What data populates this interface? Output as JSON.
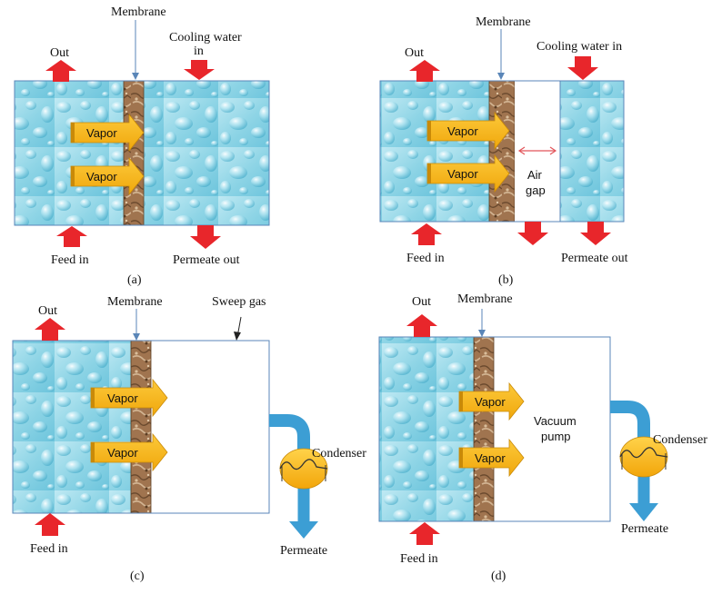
{
  "colors": {
    "water_light": "#cfeef6",
    "water_mid": "#8dd6e8",
    "water_dark": "#4bb3cf",
    "membrane": "#a0744f",
    "membrane_dark": "#6b4a2e",
    "membrane_light": "#d2b492",
    "flow_arrow": "#e8262b",
    "vapor_arrow": "#f7b21a",
    "vapor_arrow_dark": "#c98a08",
    "pipe": "#3c9ed4",
    "condenser": "#f9b916",
    "airgap_arrow": "#e2555a",
    "box_border": "#5a86b8"
  },
  "panel_a": {
    "membrane": "Membrane",
    "out": "Out",
    "cooling": "Cooling water",
    "cooling_2": "in",
    "vapor_1": "Vapor",
    "vapor_2": "Vapor",
    "feed": "Feed in",
    "permeate": "Permeate out",
    "caption": "(a)"
  },
  "panel_b": {
    "membrane": "Membrane",
    "out": "Out",
    "cooling": "Cooling water in",
    "vapor_1": "Vapor",
    "vapor_2": "Vapor",
    "air": "Air",
    "gap": "gap",
    "feed": "Feed in",
    "permeate": "Permeate out",
    "caption": "(b)"
  },
  "panel_c": {
    "out": "Out",
    "membrane": "Membrane",
    "sweep": "Sweep gas",
    "vapor_1": "Vapor",
    "vapor_2": "Vapor",
    "condenser": "Condenser",
    "feed": "Feed in",
    "permeate": "Permeate",
    "caption": "(c)"
  },
  "panel_d": {
    "out": "Out",
    "membrane": "Membrane",
    "vapor_1": "Vapor",
    "vapor_2": "Vapor",
    "vacuum": "Vacuum",
    "pump": "pump",
    "condenser": "Condenser",
    "feed": "Feed in",
    "permeate": "Permeate",
    "caption": "(d)"
  }
}
